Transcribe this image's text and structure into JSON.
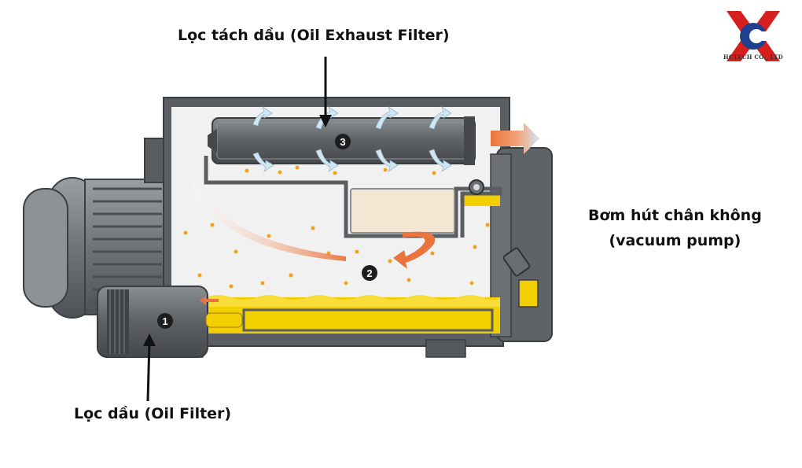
{
  "labels": {
    "exhaust_filter": "Lọc tách dầu (Oil Exhaust Filter)",
    "oil_filter": "Lọc dầu (Oil Filter)",
    "pump_line1": "Bơm hút chân không",
    "pump_line2": "(vacuum pump)"
  },
  "logo": {
    "company": "HCTECH CO., LTD"
  },
  "markers": [
    "1",
    "2",
    "3"
  ],
  "colors": {
    "oil": "#f2cf00",
    "housing": "#5a5e62",
    "motor": "#7c8185",
    "interior": "#f1f1f1",
    "flow_arrow": "#e9743d",
    "exhaust_arrow": "#a6cde3",
    "logo_red": "#d62020",
    "logo_blue": "#1f3f8f"
  }
}
